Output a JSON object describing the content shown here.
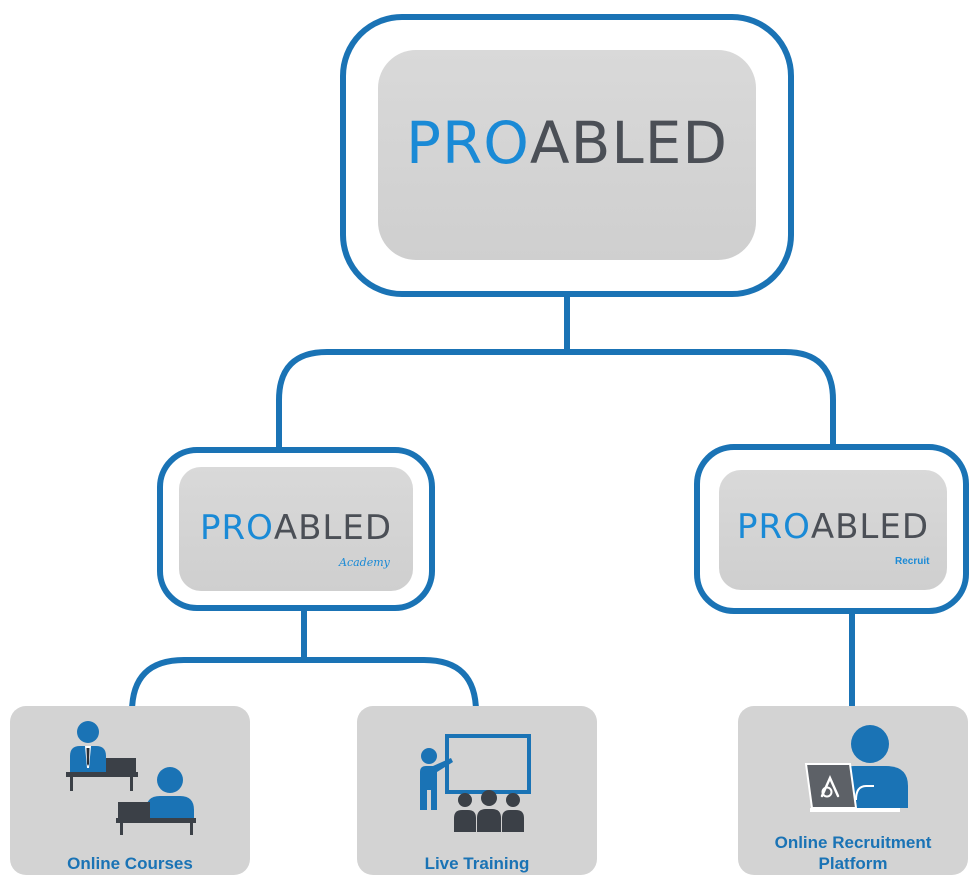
{
  "root": {
    "logo_prefix": "PRO",
    "logo_a": "A",
    "logo_suffix": "BLED"
  },
  "academy": {
    "logo_prefix": "PRO",
    "logo_a": "A",
    "logo_suffix": "BLED",
    "subtitle": "Academy"
  },
  "recruit": {
    "logo_prefix": "PRO",
    "logo_a": "A",
    "logo_suffix": "BLED",
    "subtitle": "Recruit"
  },
  "services": {
    "online_courses": "Online Courses",
    "live_training": "Live Training",
    "recruitment_line1": "Online Recruitment",
    "recruitment_line2": "Platform"
  },
  "colors": {
    "connector": "#1a73b5",
    "accent": "#1a8ad6",
    "logo_dark": "#4b4f56",
    "tile": "#d3d3d3"
  }
}
